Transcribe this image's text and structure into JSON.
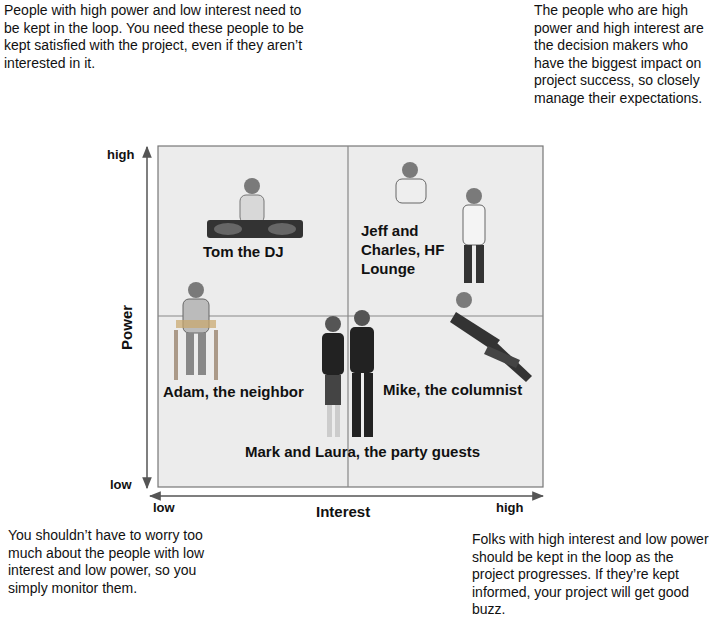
{
  "diagram": {
    "labels": [
      "People with high power and low interest need to be kept in the loop. You need these people to be kept satisfied with the project, even if they aren’t interested in it.",
      "The people who are high power and high interest are the decision makers who have the biggest impact on project success, so closely manage their expectations.",
      "high",
      "Power",
      "low",
      "low",
      "Interest",
      "high",
      "You shouldn’t have to worry too much about the people with low interest and low power, so you simply monitor them.",
      "Folks with high interest and low power should be kept in the loop as the project progresses. If they’re kept informed, your project will get good buzz.",
      "Tom the DJ",
      "Jeff and Charles, HF Lounge",
      "Adam, the neighbor",
      "Mike, the columnist",
      "Mark and Laura, the party guests"
    ]
  }
}
